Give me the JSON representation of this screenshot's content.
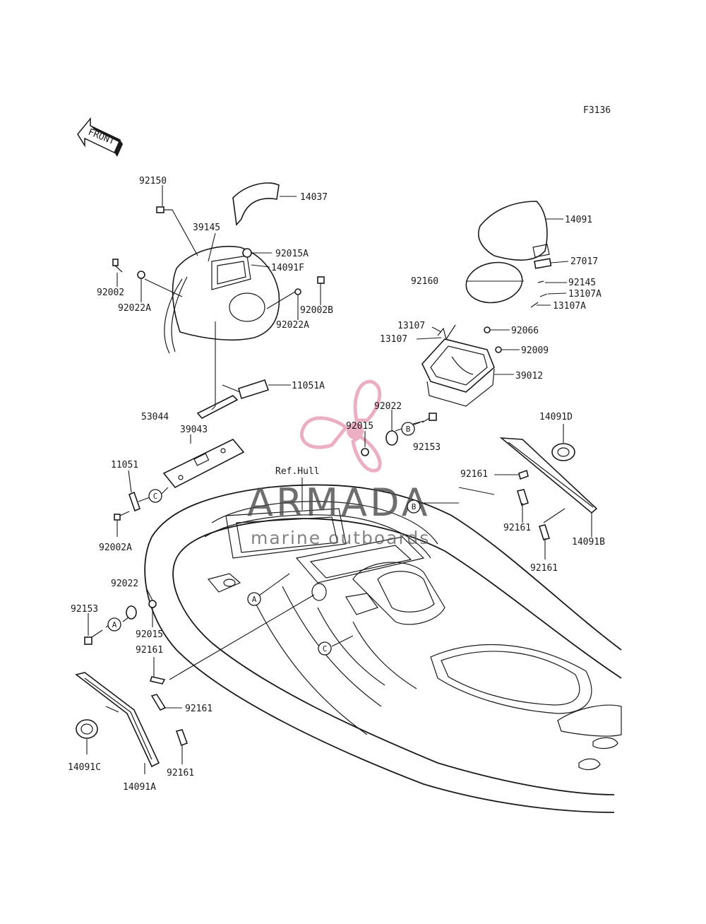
{
  "figure_code": "F3136",
  "front_label": "FRONT",
  "ref_hull_label": "Ref.Hull",
  "watermark": {
    "brand": "ARMADA",
    "tagline": "marine outboards",
    "logo_color": "#e8a0b8"
  },
  "callouts": {
    "A": "A",
    "B": "B",
    "C": "C"
  },
  "part_numbers": {
    "p92150": "92150",
    "p14037": "14037",
    "p39145": "39145",
    "p92015A": "92015A",
    "p14091F": "14091F",
    "p92002": "92002",
    "p92022A_l": "92022A",
    "p92002B": "92002B",
    "p92022A_r": "92022A",
    "p11051A": "11051A",
    "p53044": "53044",
    "p39043": "39043",
    "p11051": "11051",
    "p92002A": "92002A",
    "p14091": "14091",
    "p27017": "27017",
    "p92160": "92160",
    "p92145": "92145",
    "p13107A_1": "13107A",
    "p13107A_2": "13107A",
    "p13107_1": "13107",
    "p13107_2": "13107",
    "p92066": "92066",
    "p92009": "92009",
    "p39012": "39012",
    "p92022_top": "92022",
    "p92015_top": "92015",
    "p92153_top": "92153",
    "p14091D": "14091D",
    "p92161_r1": "92161",
    "p92161_r2": "92161",
    "p92161_r3": "92161",
    "p14091B": "14091B",
    "p92022_left": "92022",
    "p92153_left": "92153",
    "p92015_left": "92015",
    "p92161_l1": "92161",
    "p92161_l2": "92161",
    "p92161_l3": "92161",
    "p14091C": "14091C",
    "p14091A": "14091A"
  }
}
